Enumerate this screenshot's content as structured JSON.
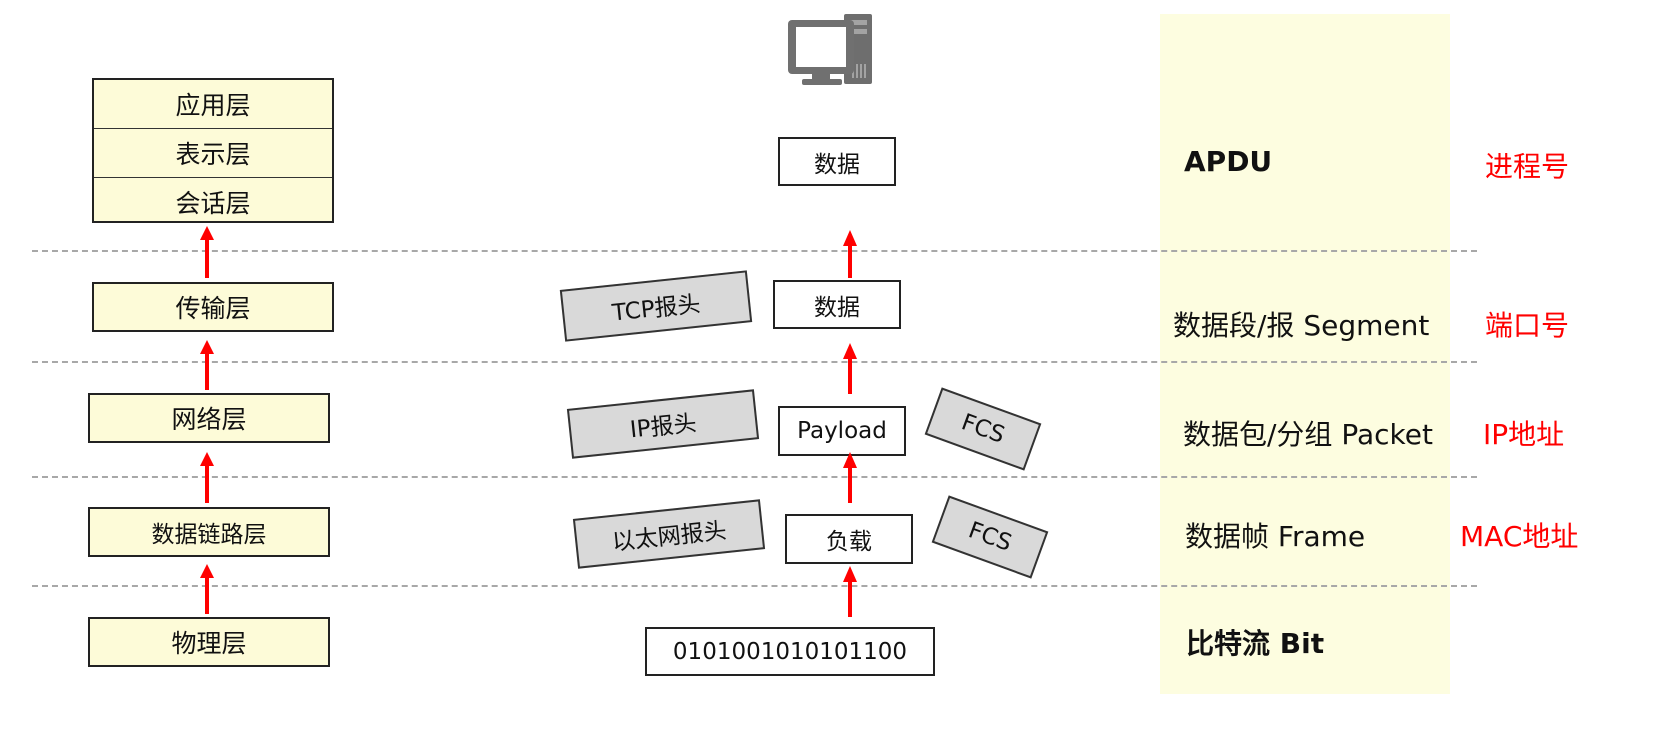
{
  "osi_layers": {
    "upper": [
      "应用层",
      "表示层",
      "会话层"
    ],
    "transport": "传输层",
    "network": "网络层",
    "datalink": "数据链路层",
    "physical": "物理层"
  },
  "encapsulation": {
    "app_data": "数据",
    "tcp_header": "TCP报头",
    "tcp_data": "数据",
    "ip_header": "IP报头",
    "ip_payload": "Payload",
    "ip_fcs": "FCS",
    "eth_header": "以太网报头",
    "eth_payload": "负载",
    "eth_fcs": "FCS",
    "bits": "0101001010101100"
  },
  "pdu_names": [
    "APDU",
    "数据段/报 Segment",
    "数据包/分组 Packet",
    "数据帧 Frame",
    "比特流 Bit"
  ],
  "addressing": [
    "进程号",
    "端口号",
    "IP地址",
    "MAC地址"
  ],
  "colors": {
    "layer_fill": "#fdfbd8",
    "pdu_column": "#fdfde0",
    "header_fill": "#d9d9d9",
    "arrow": "#ff0000",
    "address_text": "#ff0000",
    "divider": "#a8a8a8"
  },
  "icons": {
    "top": "computer-icon"
  }
}
